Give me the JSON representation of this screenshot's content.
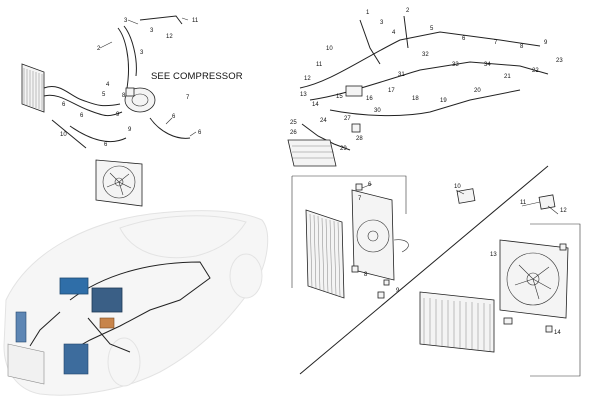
{
  "callouts": {
    "top_left": [
      "3",
      "11",
      "2",
      "3",
      "12",
      "3",
      "4",
      "5",
      "8",
      "7",
      "6",
      "6",
      "6",
      "9",
      "9",
      "10",
      "6",
      "6"
    ],
    "mid_right": [
      "1",
      "2",
      "3",
      "4",
      "5",
      "6",
      "7",
      "8",
      "9",
      "10",
      "11",
      "12",
      "13",
      "14",
      "15",
      "16",
      "17",
      "18",
      "19",
      "20",
      "21",
      "22",
      "23",
      "24",
      "25",
      "26",
      "27",
      "28",
      "29",
      "30",
      "31",
      "32",
      "33",
      "34"
    ],
    "radiator_block": [
      "6",
      "7",
      "8",
      "9",
      "10",
      "11",
      "12",
      "13",
      "14"
    ]
  },
  "annotation": {
    "see_compressor": "SEE COMPRESSOR"
  },
  "colors": {
    "line": "#222222",
    "car_ghost": "#ececec",
    "accent_blue": "#2f6ea8"
  }
}
